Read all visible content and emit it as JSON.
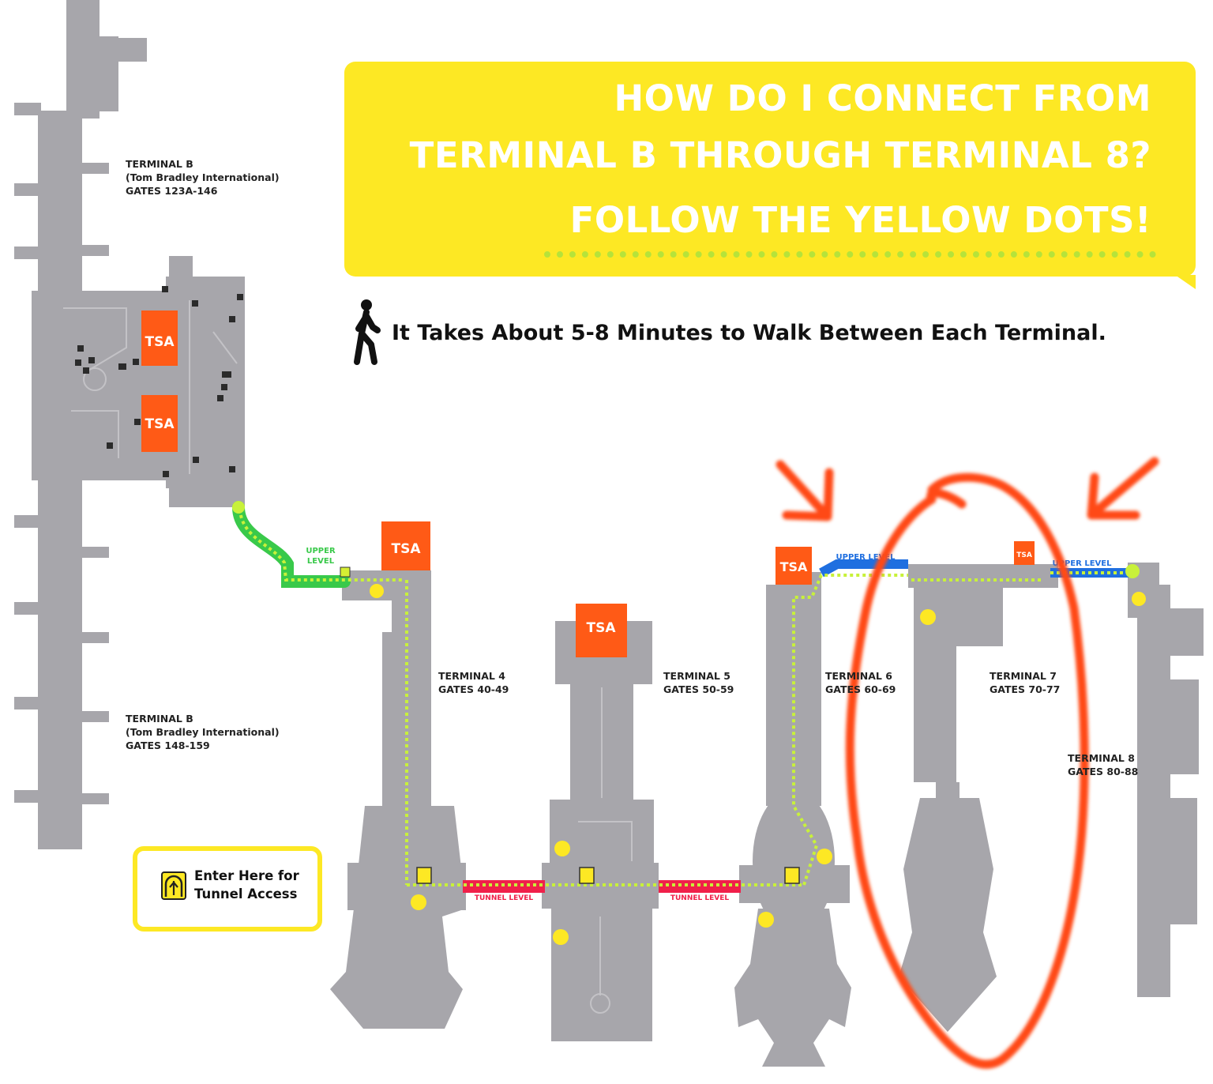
{
  "banner": {
    "line1": "HOW DO I CONNECT FROM",
    "line2": "TERMINAL B THROUGH TERMINAL 8?",
    "line3": "FOLLOW THE YELLOW DOTS!"
  },
  "walk_note": "It Takes About 5-8 Minutes to Walk Between Each Terminal.",
  "terminals": {
    "tb_north": {
      "name": "TERMINAL B",
      "sub": "(Tom Bradley International)",
      "gates": "GATES 123A-146"
    },
    "tb_south": {
      "name": "TERMINAL B",
      "sub": "(Tom Bradley International)",
      "gates": "GATES 148-159"
    },
    "t4": {
      "name": "TERMINAL 4",
      "gates": "GATES 40-49"
    },
    "t5": {
      "name": "TERMINAL 5",
      "gates": "GATES 50-59"
    },
    "t6": {
      "name": "TERMINAL 6",
      "gates": "GATES 60-69"
    },
    "t7": {
      "name": "TERMINAL 7",
      "gates": "GATES 70-77"
    },
    "t8": {
      "name": "TERMINAL 8",
      "gates": "GATES 80-88"
    }
  },
  "security": {
    "label": "TSA"
  },
  "levels": {
    "upper_line1": "UPPER",
    "upper_line2": "LEVEL",
    "upper": "UPPER LEVEL",
    "tunnel": "TUNNEL LEVEL"
  },
  "tunnel_access": {
    "line1": "Enter Here for",
    "line2": "Tunnel Access"
  },
  "colors": {
    "banner": "#fde824",
    "building": "#a7a6ab",
    "tsa": "#ff5a16",
    "path_dots": "#c8f13a",
    "upper_level_green": "#39c94a",
    "upper_level_blue": "#1f6fe0",
    "tunnel_red": "#f0204a",
    "marker_yellow": "#fde824",
    "annotation": "#ff4a16"
  },
  "icons": [
    "walking-person-icon",
    "tunnel-access-icon",
    "elevator-icon"
  ]
}
